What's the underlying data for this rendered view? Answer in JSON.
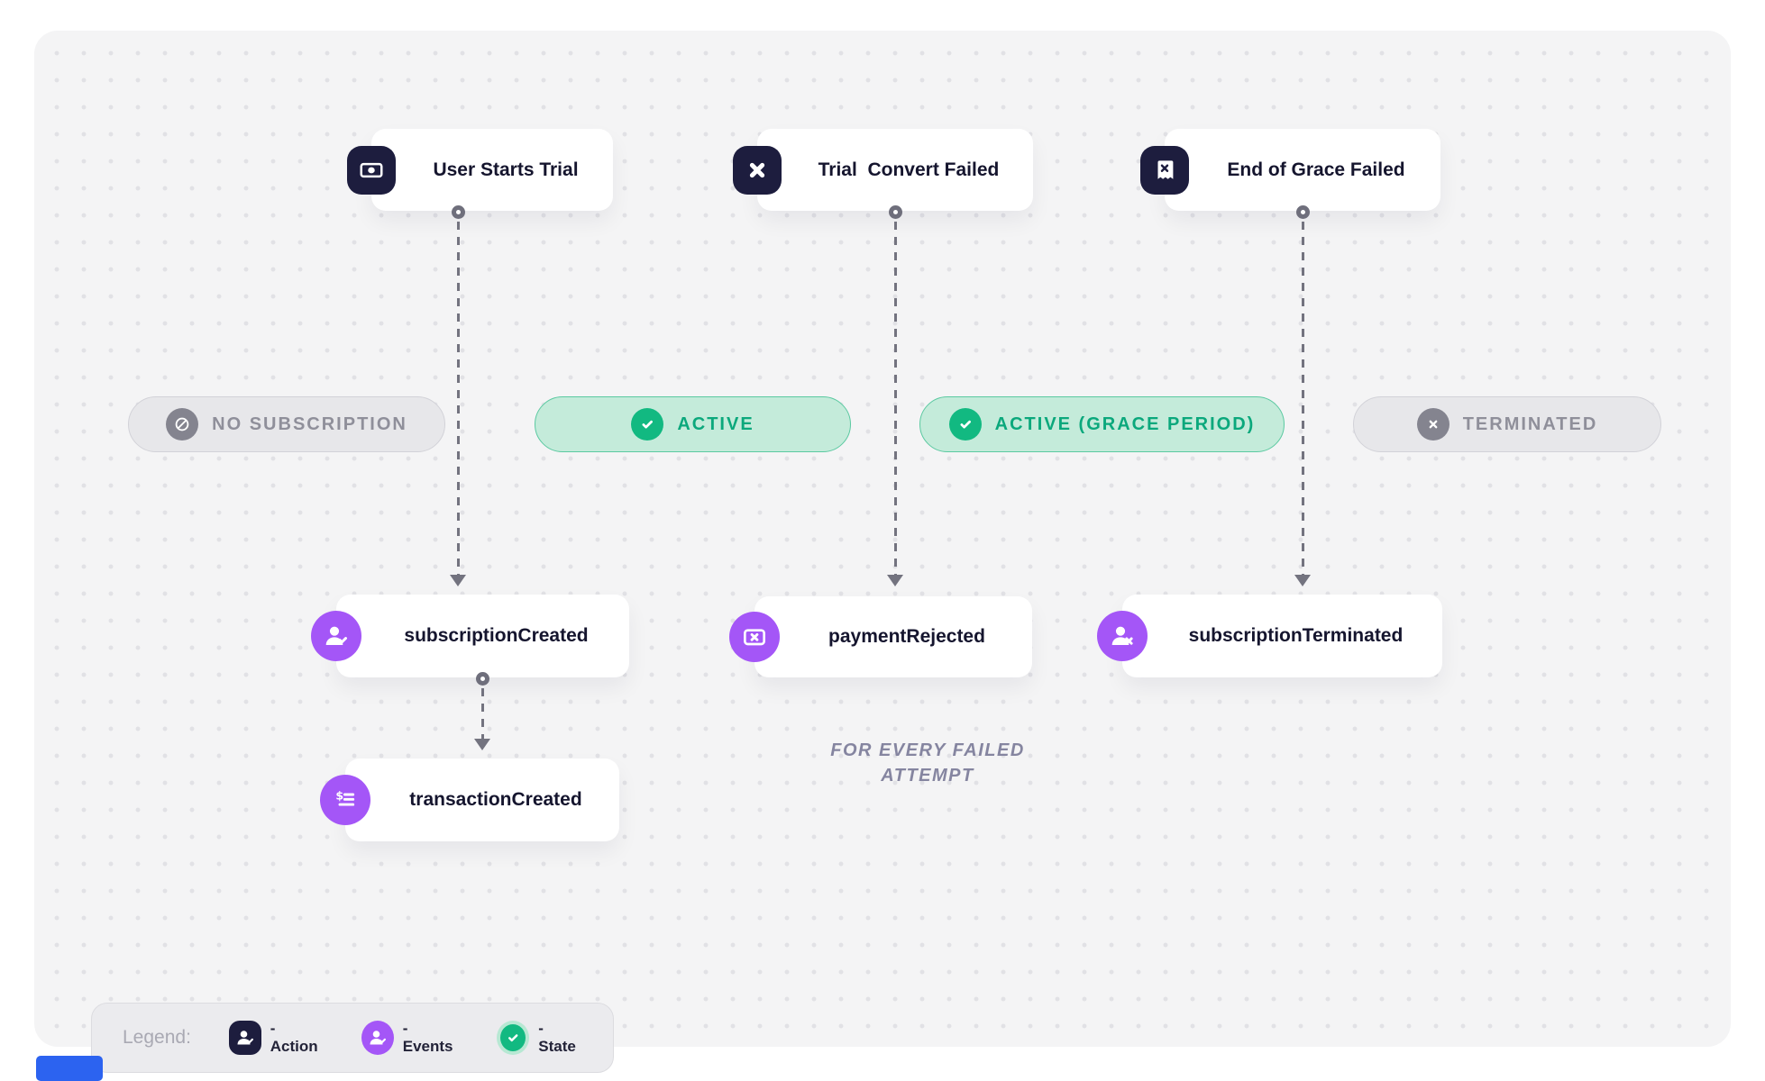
{
  "actions": [
    {
      "label": "User Starts Trial",
      "icon": "banknote-icon"
    },
    {
      "label": "Trial  Convert Failed",
      "icon": "x-icon"
    },
    {
      "label": "End of Grace Failed",
      "icon": "receipt-x-icon"
    }
  ],
  "states": [
    {
      "label": "NO SUBSCRIPTION",
      "status": "inactive",
      "icon": "ban-icon"
    },
    {
      "label": "ACTIVE",
      "status": "active",
      "icon": "check-icon"
    },
    {
      "label": "ACTIVE (GRACE PERIOD)",
      "status": "active",
      "icon": "check-icon"
    },
    {
      "label": "TERMINATED",
      "status": "inactive",
      "icon": "x-icon"
    }
  ],
  "events": [
    {
      "label": "subscriptionCreated",
      "icon": "user-check-icon"
    },
    {
      "label": "paymentRejected",
      "icon": "card-x-icon"
    },
    {
      "label": "subscriptionTerminated",
      "icon": "user-x-icon"
    },
    {
      "label": "transactionCreated",
      "icon": "receipt-dollar-icon"
    }
  ],
  "annotation": "FOR EVERY FAILED ATTEMPT",
  "legend": {
    "title": "Legend:",
    "items": [
      {
        "label": "- Action",
        "icon": "user-check-icon"
      },
      {
        "label": "- Events",
        "icon": "user-check-icon"
      },
      {
        "label": "- State",
        "icon": "check-icon"
      }
    ]
  },
  "colors": {
    "navy": "#1d1d3e",
    "purple": "#a456f7",
    "green": "#12b981",
    "mint": "#c4ebda",
    "gray_pill": "#e7e7ea",
    "connector": "#73737f",
    "panel": "#f4f4f5",
    "accent_blue": "#2c63f0"
  }
}
